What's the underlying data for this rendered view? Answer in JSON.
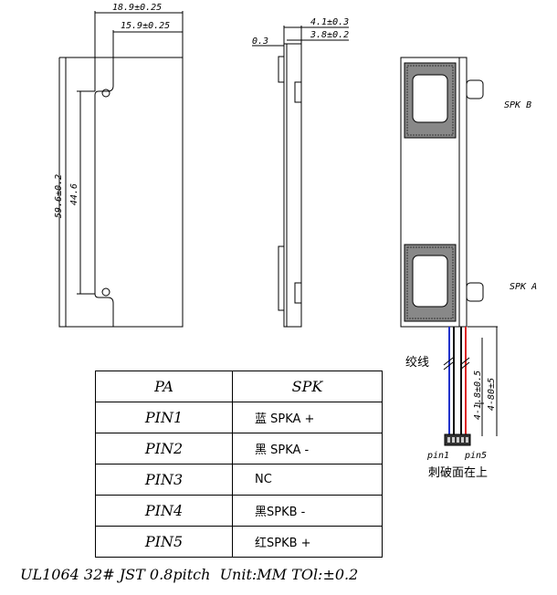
{
  "front_view": {
    "dim_overall_width": "18.9±0.25",
    "dim_inner_width": "15.9±0.25",
    "dim_height": "59.6±0.2",
    "dim_hole_pitch": "44.6"
  },
  "side_view": {
    "dim_total_thickness": "4.1±0.3",
    "dim_body_thickness": "3.8±0.2",
    "dim_plate": "0.3"
  },
  "back_view": {
    "speaker_b_label": "SPK B",
    "speaker_a_label": "SPK A",
    "twisted_wire_label": "绞线",
    "dim_short": "4-1.8±0.5",
    "dim_long": "4-80±5",
    "pin1_label": "pin1",
    "pin5_label": "pin5",
    "connector_note": "刺破面在上"
  },
  "pin_table": {
    "header": {
      "pa": "PA",
      "spk": "SPK"
    },
    "rows": [
      {
        "pa": "PIN1",
        "spk": "蓝 SPKA +"
      },
      {
        "pa": "PIN2",
        "spk": "黑 SPKA -"
      },
      {
        "pa": "PIN3",
        "spk": "NC"
      },
      {
        "pa": "PIN4",
        "spk": "黑SPKB -"
      },
      {
        "pa": "PIN5",
        "spk": "红SPKB +"
      }
    ]
  },
  "footer": "UL1064 32# JST 0.8pitch  Unit:MM TOl:±0.2",
  "colors": {
    "wire_blue": "#2233cc",
    "wire_black": "#111111",
    "wire_red": "#dd2222",
    "line": "#000000"
  }
}
